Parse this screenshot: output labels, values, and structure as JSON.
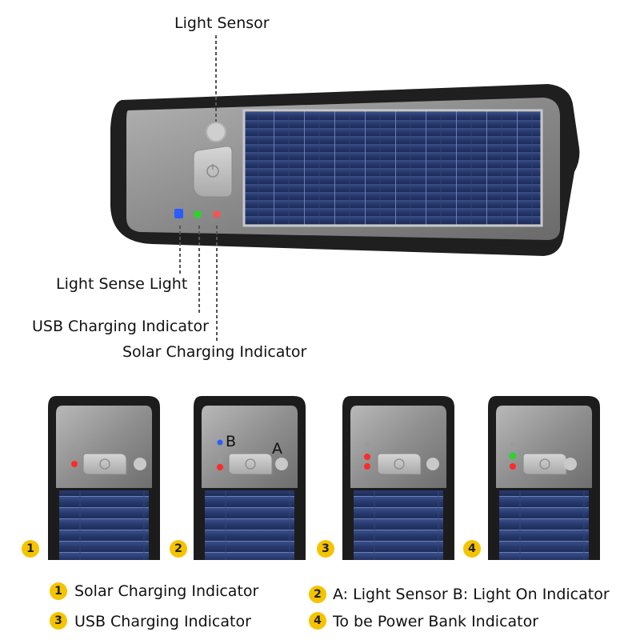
{
  "top_labels": {
    "light_sensor": "Light Sensor",
    "light_sense_light": "Light Sense Light",
    "usb_charging_indicator": "USB Charging Indicator",
    "solar_charging_indicator": "Solar Charging Indicator"
  },
  "panel_callouts": {
    "a": "A",
    "b": "B"
  },
  "badges": [
    "1",
    "2",
    "3",
    "4"
  ],
  "legend": [
    {
      "num": "1",
      "text": "Solar Charging Indicator"
    },
    {
      "num": "2",
      "text": "A: Light Sensor B: Light On Indicator"
    },
    {
      "num": "3",
      "text": "USB Charging Indicator"
    },
    {
      "num": "4",
      "text": "To be Power Bank Indicator"
    }
  ],
  "colors": {
    "badge": "#f5c400",
    "led_blue": "#2a5cff",
    "led_green": "#2fd12f",
    "led_red": "#ff2a2a"
  }
}
